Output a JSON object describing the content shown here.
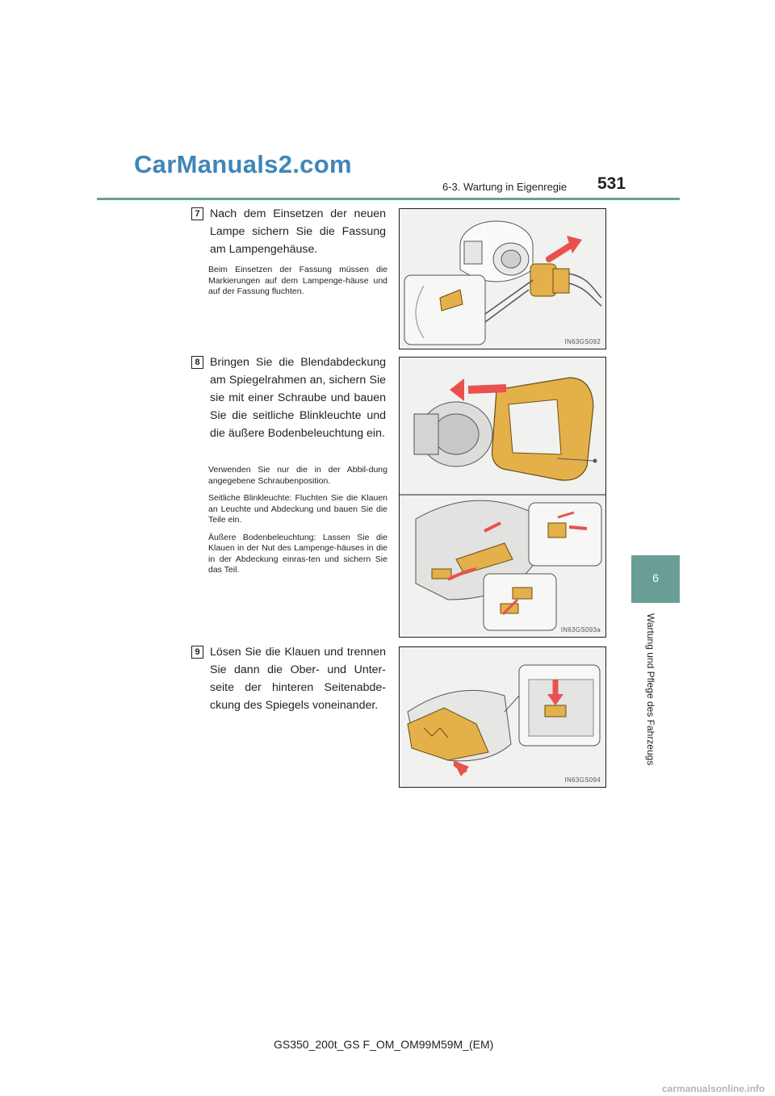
{
  "watermark_top": "CarManuals2.com",
  "header": {
    "section": "6-3. Wartung in Eigenregie",
    "page_number": "531"
  },
  "side_tab": {
    "chapter_number": "6",
    "chapter_title": "Wartung und Pflege des Fahrzeugs"
  },
  "steps": [
    {
      "number": "7",
      "text": "Nach dem Einsetzen der neuen Lampe sichern Sie die Fassung am Lampengehäuse.",
      "notes": [
        "Beim Einsetzen der Fassung müssen die Markierungen auf dem Lampenge-häuse und auf der Fassung fluchten."
      ],
      "figure_code": "IN63GS092"
    },
    {
      "number": "8",
      "text": "Bringen Sie die Blendabdeckung am Spiegelrahmen an, sichern Sie sie mit einer Schraube und bauen Sie die seitliche Blinkleuchte und die äußere Bodenbeleuchtung ein.",
      "notes": [
        "Verwenden Sie nur die in der Abbil-dung angegebene Schraubenposition.",
        "Seitliche Blinkleuchte: Fluchten Sie die Klauen an Leuchte und Abdeckung und bauen Sie die Teile ein.",
        "Äußere Bodenbeleuchtung: Lassen Sie die Klauen in der Nut des Lampenge-häuses in die in der Abdeckung einras-ten und sichern Sie das Teil."
      ],
      "figure_code": "IN63GS093a"
    },
    {
      "number": "9",
      "text": "Lösen Sie die Klauen und trennen Sie dann die Ober- und Unter-seite der hinteren Seitenabde-ckung des Spiegels voneinander.",
      "notes": [],
      "figure_code": "IN63GS094"
    }
  ],
  "footer": {
    "doc_code": "GS350_200t_GS F_OM_OM99M59M_(EM)"
  },
  "watermark_bottom": "carmanualsonline.info",
  "colors": {
    "accent": "#6a9e95",
    "part_highlight": "#e3b04a",
    "arrow": "#e8514f",
    "watermark": "#3f86b8"
  }
}
